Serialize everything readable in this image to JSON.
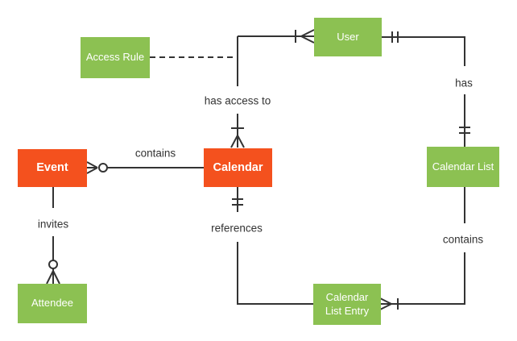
{
  "entities": {
    "access_rule": {
      "label": "Access Rule"
    },
    "user": {
      "label": "User"
    },
    "event": {
      "label": "Event"
    },
    "calendar": {
      "label": "Calendar"
    },
    "calendar_list": {
      "label": "Calendar List"
    },
    "attendee": {
      "label": "Attendee"
    },
    "calendar_list_entry": {
      "label": "Calendar List Entry"
    }
  },
  "relationships": {
    "user_calendar": {
      "label": "has access to",
      "user_end": "one-or-many",
      "calendar_end": "one-or-many"
    },
    "user_calendar_list": {
      "label": "has",
      "user_end": "exactly-one",
      "calendar_list_end": "exactly-one"
    },
    "event_calendar": {
      "label": "contains",
      "event_end": "zero-or-many",
      "calendar_end": "plain"
    },
    "event_attendee": {
      "label": "invites",
      "attendee_end": "zero-or-many",
      "event_end": "plain"
    },
    "calendar_calendar_list_entry": {
      "label": "references",
      "calendar_end": "exactly-one",
      "entry_end": "plain"
    },
    "calendar_list_calendar_list_entry": {
      "label": "contains",
      "entry_end": "one-or-many",
      "calendar_list_end": "plain"
    },
    "access_rule_link": {
      "label": "",
      "style": "dashed"
    }
  },
  "colors": {
    "entity_green": "#8CC152",
    "entity_orange": "#F4511E",
    "entity_text": "#FFFFFF",
    "line_color": "#333333",
    "label_text": "#333333",
    "canvas_bg": "#FFFFFF"
  }
}
